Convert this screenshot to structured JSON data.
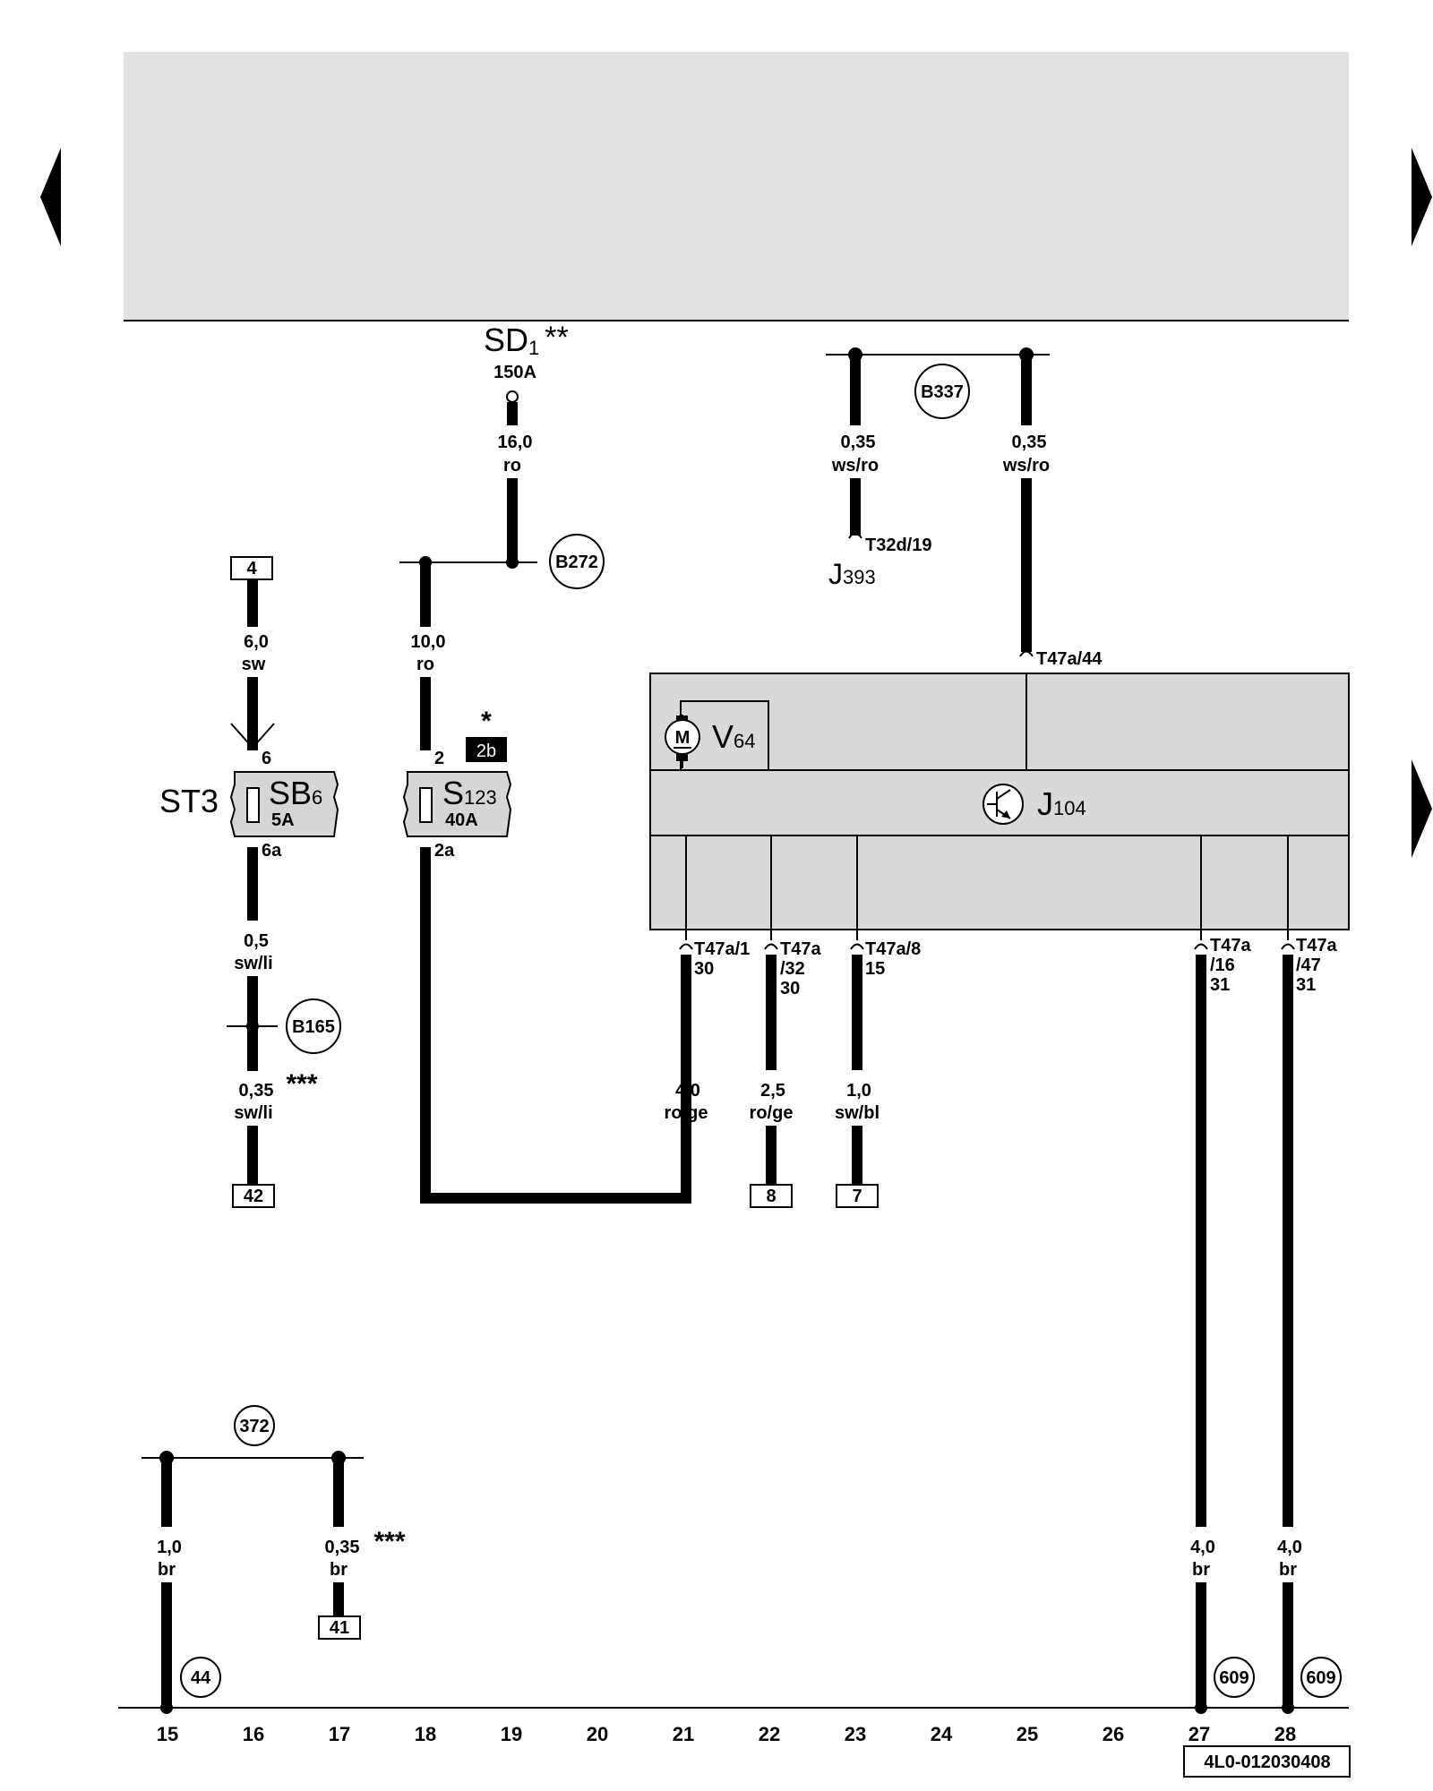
{
  "nav": {
    "arrow_left": "arrow-left-icon",
    "arrow_right_top": "arrow-right-icon",
    "arrow_right_mid": "arrow-right-icon"
  },
  "diagram": {
    "sd1": {
      "name": "SD",
      "sub": "1",
      "stars": "**",
      "rating": "150A"
    },
    "sb6": {
      "prefix": "ST3",
      "name": "SB",
      "sub": "6",
      "rating": "5A",
      "pin_in": "6",
      "pin_out": "6a"
    },
    "s123": {
      "name": "S",
      "sub": "123",
      "rating": "40A",
      "pin_in": "2",
      "pin_out": "2a",
      "star": "*",
      "badge": "2b"
    },
    "v64": {
      "name": "V",
      "sub": "64",
      "motor_letter": "M"
    },
    "j104": {
      "name": "J",
      "sub": "104"
    },
    "j393": {
      "name": "J",
      "sub": "393",
      "pin": "T32d/19"
    },
    "j104_pins": {
      "p44": "T47a/44",
      "p1": "T47a/1",
      "p1_term": "30",
      "p32a": "T47a",
      "p32b": "/32",
      "p32_term": "30",
      "p8": "T47a/8",
      "p8_term": "15",
      "p16a": "T47a",
      "p16b": "/16",
      "p16_term": "31",
      "p47a": "T47a",
      "p47b": "/47",
      "p47_term": "31"
    },
    "wires": {
      "w_sd1": {
        "size": "16,0",
        "color": "ro"
      },
      "w_b337_left": {
        "size": "0,35",
        "color": "ws/ro"
      },
      "w_b337_right": {
        "size": "0,35",
        "color": "ws/ro"
      },
      "w_col4_top": {
        "size": "6,0",
        "color": "sw"
      },
      "w_col4_mid": {
        "size": "0,5",
        "color": "sw/li"
      },
      "w_col4_bot": {
        "size": "0,35",
        "color": "sw/li",
        "stars": "***"
      },
      "w_s123_top": {
        "size": "10,0",
        "color": "ro"
      },
      "w_pin1": {
        "size": "4,0",
        "color": "ro/ge"
      },
      "w_pin32": {
        "size": "2,5",
        "color": "ro/ge"
      },
      "w_pin8": {
        "size": "1,0",
        "color": "sw/bl"
      },
      "w_372_left": {
        "size": "1,0",
        "color": "br"
      },
      "w_372_right": {
        "size": "0,35",
        "color": "br",
        "stars": "***"
      },
      "w_col27": {
        "size": "4,0",
        "color": "br"
      },
      "w_col28": {
        "size": "4,0",
        "color": "br"
      }
    },
    "connections": {
      "b272": "B272",
      "b337": "B337",
      "b165": "B165",
      "c372": "372",
      "c44": "44",
      "c609a": "609",
      "c609b": "609"
    },
    "refs": {
      "r4": "4",
      "r42": "42",
      "r8": "8",
      "r7": "7",
      "r41": "41"
    },
    "columns": [
      "15",
      "16",
      "17",
      "18",
      "19",
      "20",
      "21",
      "22",
      "23",
      "24",
      "25",
      "26",
      "27",
      "28"
    ],
    "doc_code": "4L0-012030408"
  }
}
